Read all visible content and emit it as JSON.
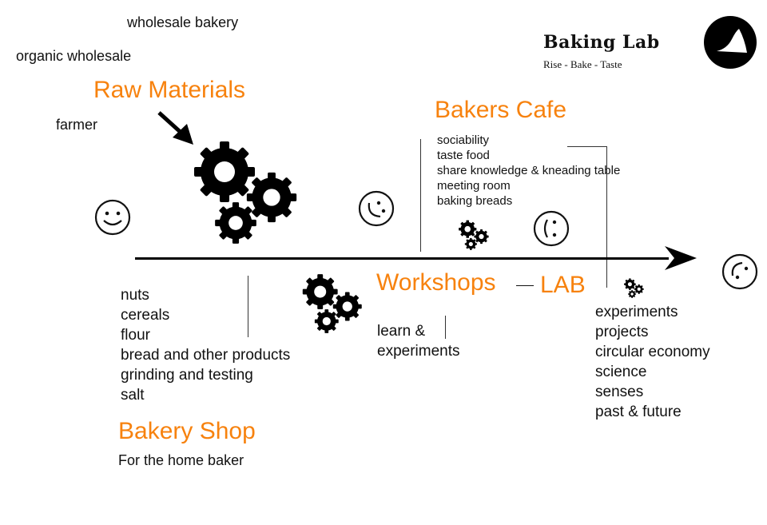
{
  "brand": {
    "name": "Baking Lab",
    "tagline": "Rise - Bake - Taste",
    "logo_icon": "mountain-in-circle-icon"
  },
  "top_labels": {
    "wholesale_bakery": "wholesale bakery",
    "organic_wholesale": "organic wholesale",
    "farmer": "farmer"
  },
  "sections": {
    "raw_materials": {
      "title": "Raw Materials"
    },
    "bakers_cafe": {
      "title": "Bakers Cafe",
      "items": [
        "sociability",
        "taste food",
        "share knowledge  & kneading table",
        "meeting room",
        "baking breads"
      ]
    },
    "workshops": {
      "title": "Workshops",
      "items": [
        "learn &",
        "experiments"
      ]
    },
    "lab": {
      "title": "LAB",
      "connector": "—",
      "items": [
        "experiments",
        "projects",
        "circular economy",
        "science",
        "senses",
        "past & future"
      ]
    },
    "bakery_shop": {
      "title": "Bakery Shop",
      "subtitle": "For the home baker",
      "items": [
        "nuts",
        "cereals",
        "flour",
        "bread and other products",
        "grinding and testing",
        "salt"
      ]
    }
  },
  "icons": [
    "smiley-face-icon",
    "winking-face-icon",
    "neutral-face-icon",
    "tilted-face-icon",
    "gears-icon",
    "arrow-icon"
  ],
  "colors": {
    "accent": "#f7820e",
    "ink": "#111111",
    "background": "#ffffff"
  }
}
